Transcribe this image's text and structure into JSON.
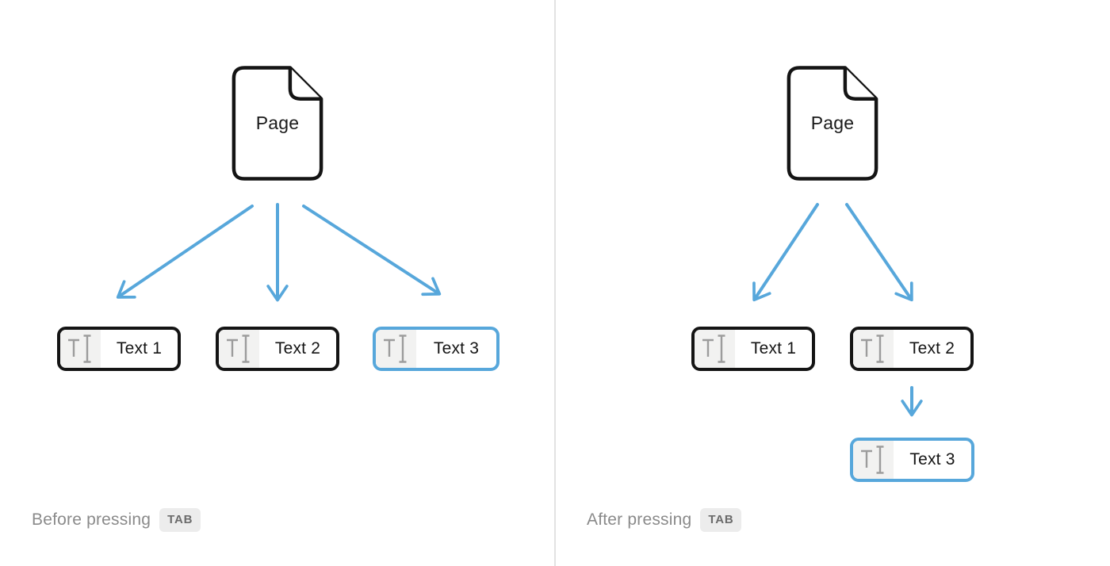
{
  "colors": {
    "arrow_blue": "#57A7DB",
    "highlight_blue": "#57A7DB",
    "outline_black": "#141414",
    "divider_gray": "#E2E2E2",
    "icon_cell_bg": "#F2F2F1",
    "icon_glyph_gray": "#9C9C9C",
    "caption_gray": "#8A8A8A",
    "key_badge_bg": "#ECECEC",
    "key_badge_text": "#6B6B6B"
  },
  "icons": {
    "page_icon": "document-with-folded-corner",
    "text_block_icon": "letter-T-with-text-cursor",
    "arrow_icon": "blue-arrow"
  },
  "before": {
    "page_label": "Page",
    "blocks": [
      {
        "label": "Text 1",
        "highlighted": false
      },
      {
        "label": "Text 2",
        "highlighted": false
      },
      {
        "label": "Text 3",
        "highlighted": true
      }
    ],
    "caption": "Before pressing",
    "key_label": "TAB"
  },
  "after": {
    "page_label": "Page",
    "blocks": [
      {
        "label": "Text 1",
        "highlighted": false
      },
      {
        "label": "Text 2",
        "highlighted": false
      },
      {
        "label": "Text 3",
        "highlighted": true
      }
    ],
    "caption": "After pressing",
    "key_label": "TAB"
  }
}
